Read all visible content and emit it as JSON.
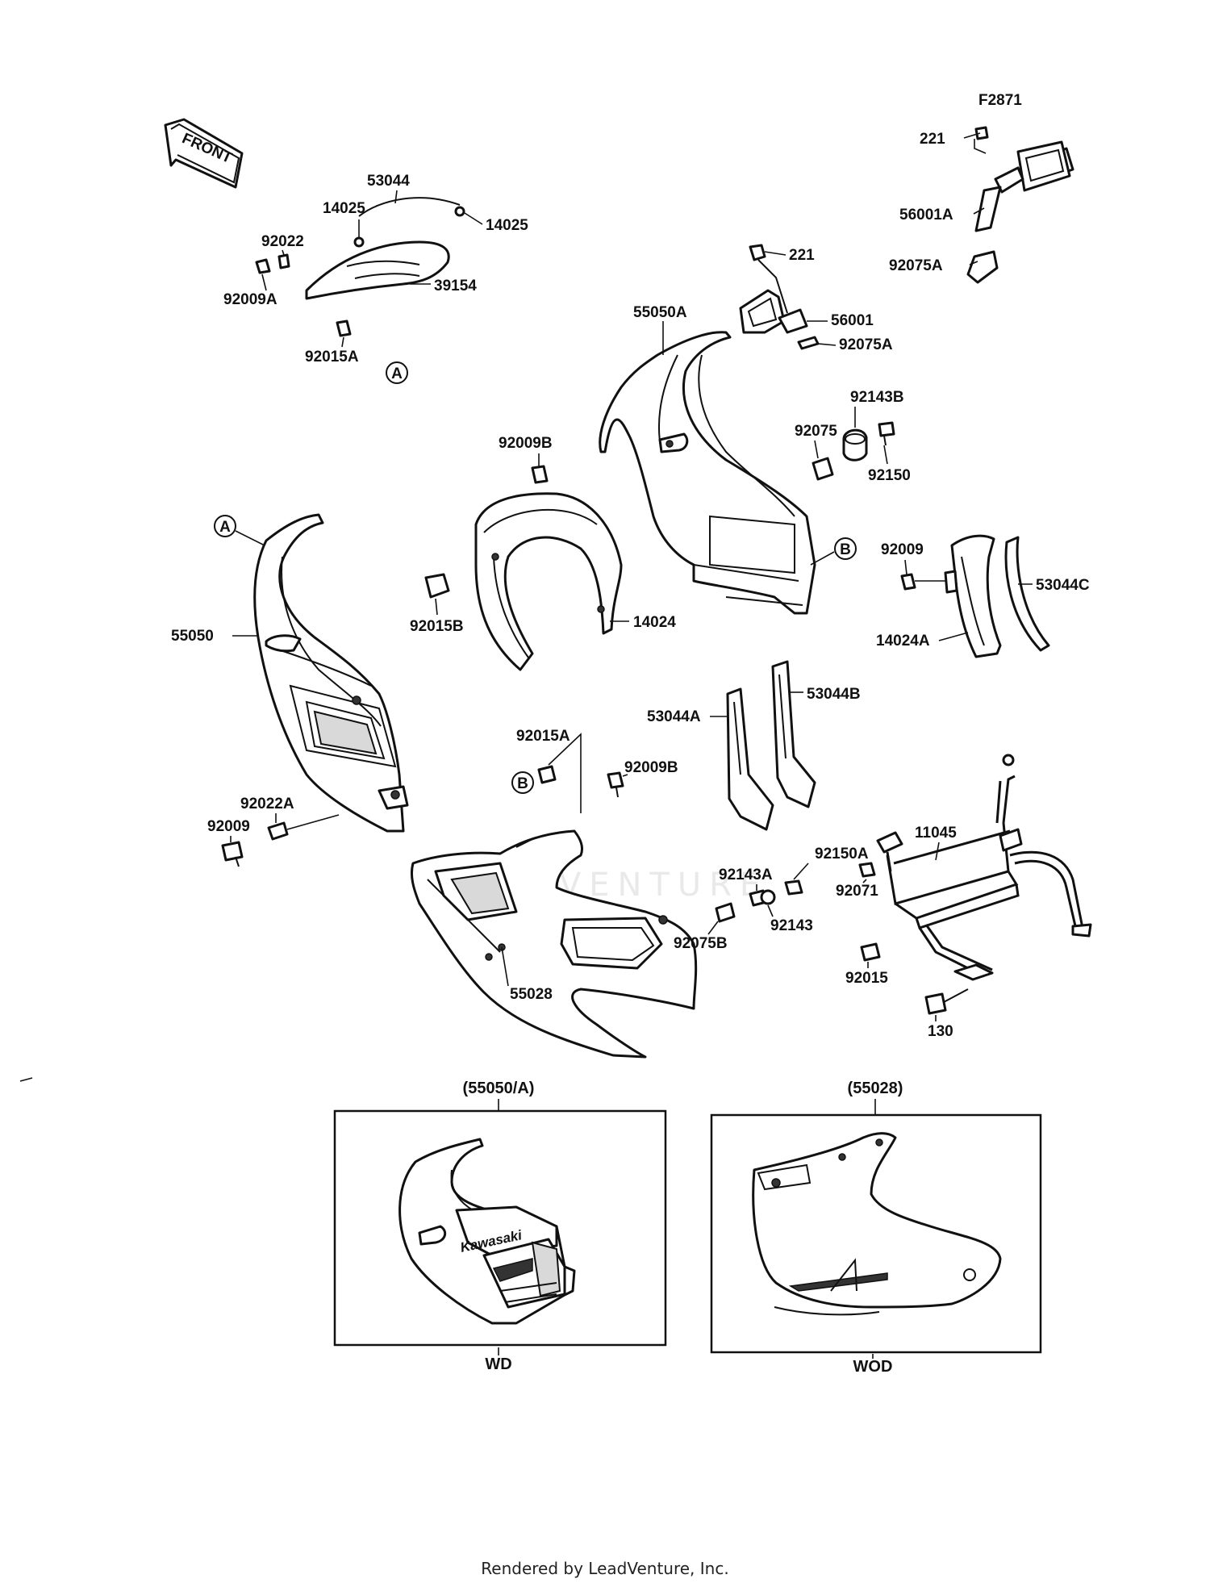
{
  "figure_code": "F2871",
  "front_marker": "FRONT",
  "watermark": "LEADVENTURE",
  "footer": "Rendered by LeadVenture, Inc.",
  "labels": {
    "p221_top": "221",
    "p56001A": "56001A",
    "p92075A_top": "92075A",
    "p53044": "53044",
    "p14025_left": "14025",
    "p14025_right": "14025",
    "p92022": "92022",
    "p92009A": "92009A",
    "p39154": "39154",
    "p92015A_top": "92015A",
    "p221_mid": "221",
    "p55050A": "55050A",
    "p56001": "56001",
    "p92075A_mid": "92075A",
    "p92143B": "92143B",
    "p92075": "92075",
    "p92150": "92150",
    "p92009B_top": "92009B",
    "p92015B": "92015B",
    "p14024": "14024",
    "p92009_right": "92009",
    "p53044C": "53044C",
    "p14024A": "14024A",
    "p55050": "55050",
    "p53044A": "53044A",
    "p53044B": "53044B",
    "p92015A_mid": "92015A",
    "p92009B_mid": "92009B",
    "p92022A": "92022A",
    "p92009_left": "92009",
    "p92150A": "92150A",
    "p92143A": "92143A",
    "p92143": "92143",
    "p92075B": "92075B",
    "p11045": "11045",
    "p92071": "92071",
    "p92015": "92015",
    "p130": "130",
    "p55028": "55028"
  },
  "callouts": {
    "a1": "A",
    "a2": "A",
    "b1": "B",
    "b2": "B"
  },
  "insets": {
    "left_title": "(55050/A)",
    "left_caption": "WD",
    "left_brand": "Kawasaki",
    "right_title": "(55028)",
    "right_caption": "WOD"
  }
}
